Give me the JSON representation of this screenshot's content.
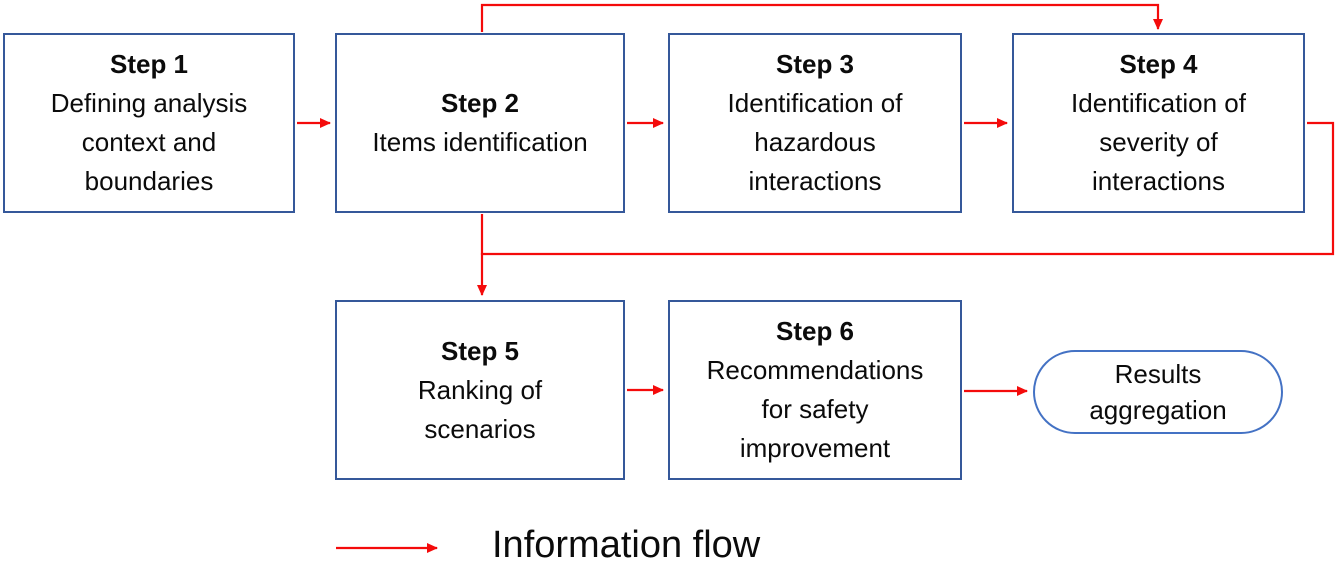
{
  "diagram": {
    "nodes": {
      "step1": {
        "title": "Step 1",
        "lines": [
          "Defining analysis",
          "context and",
          "boundaries"
        ]
      },
      "step2": {
        "title": "Step 2",
        "lines": [
          "Items identification"
        ]
      },
      "step3": {
        "title": "Step 3",
        "lines": [
          "Identification of",
          "hazardous",
          "interactions"
        ]
      },
      "step4": {
        "title": "Step 4",
        "lines": [
          "Identification of",
          "severity of",
          "interactions"
        ]
      },
      "step5": {
        "title": "Step 5",
        "lines": [
          "Ranking of",
          "scenarios"
        ]
      },
      "step6": {
        "title": "Step 6",
        "lines": [
          "Recommendations",
          "for safety",
          "improvement"
        ]
      },
      "results": {
        "lines": [
          "Results",
          "aggregation"
        ]
      }
    },
    "legend": {
      "label": "Information flow"
    },
    "colors": {
      "box_border": "#35589A",
      "terminator_border": "#4472C4",
      "arrow": "#F40B0B",
      "text": "#0B0B0B",
      "background": "#FFFFFF"
    }
  }
}
